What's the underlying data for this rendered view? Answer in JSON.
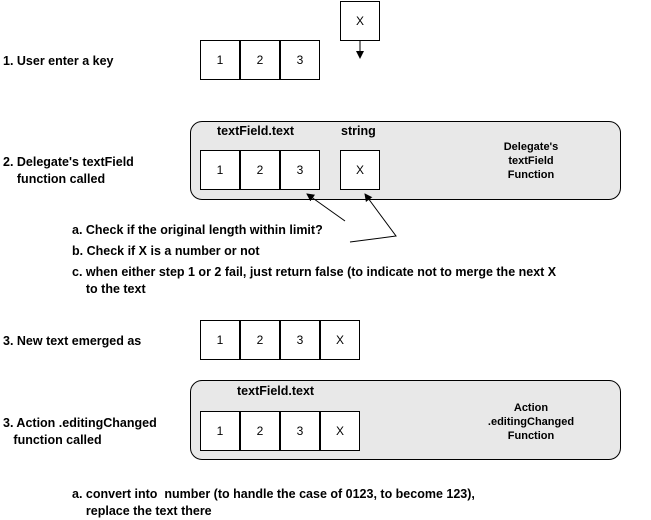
{
  "step1": {
    "label": "1. User enter a key",
    "cells": [
      "1",
      "2",
      "3"
    ],
    "key": "X"
  },
  "step2": {
    "label": "2. Delegate's textField\n    function called",
    "field_title": "textField.text",
    "string_title": "string",
    "cells": [
      "1",
      "2",
      "3"
    ],
    "string_cell": "X",
    "function_name": "Delegate's\ntextField\nFunction",
    "notes": [
      "a. Check if the original length within limit?",
      "b. Check if X is a number or not",
      "c. when either step 1 or 2 fail, just return false (to indicate not to merge the next X\n    to the text"
    ]
  },
  "step3": {
    "label": "3. New text emerged as",
    "cells": [
      "1",
      "2",
      "3",
      "X"
    ]
  },
  "step4": {
    "label": "3. Action .editingChanged\n   function called",
    "field_title": "textField.text",
    "cells": [
      "1",
      "2",
      "3",
      "X"
    ],
    "function_name": "Action\n.editingChanged\nFunction",
    "note": "a. convert into  number (to handle the case of 0123, to become 123),\n    replace the text there"
  }
}
